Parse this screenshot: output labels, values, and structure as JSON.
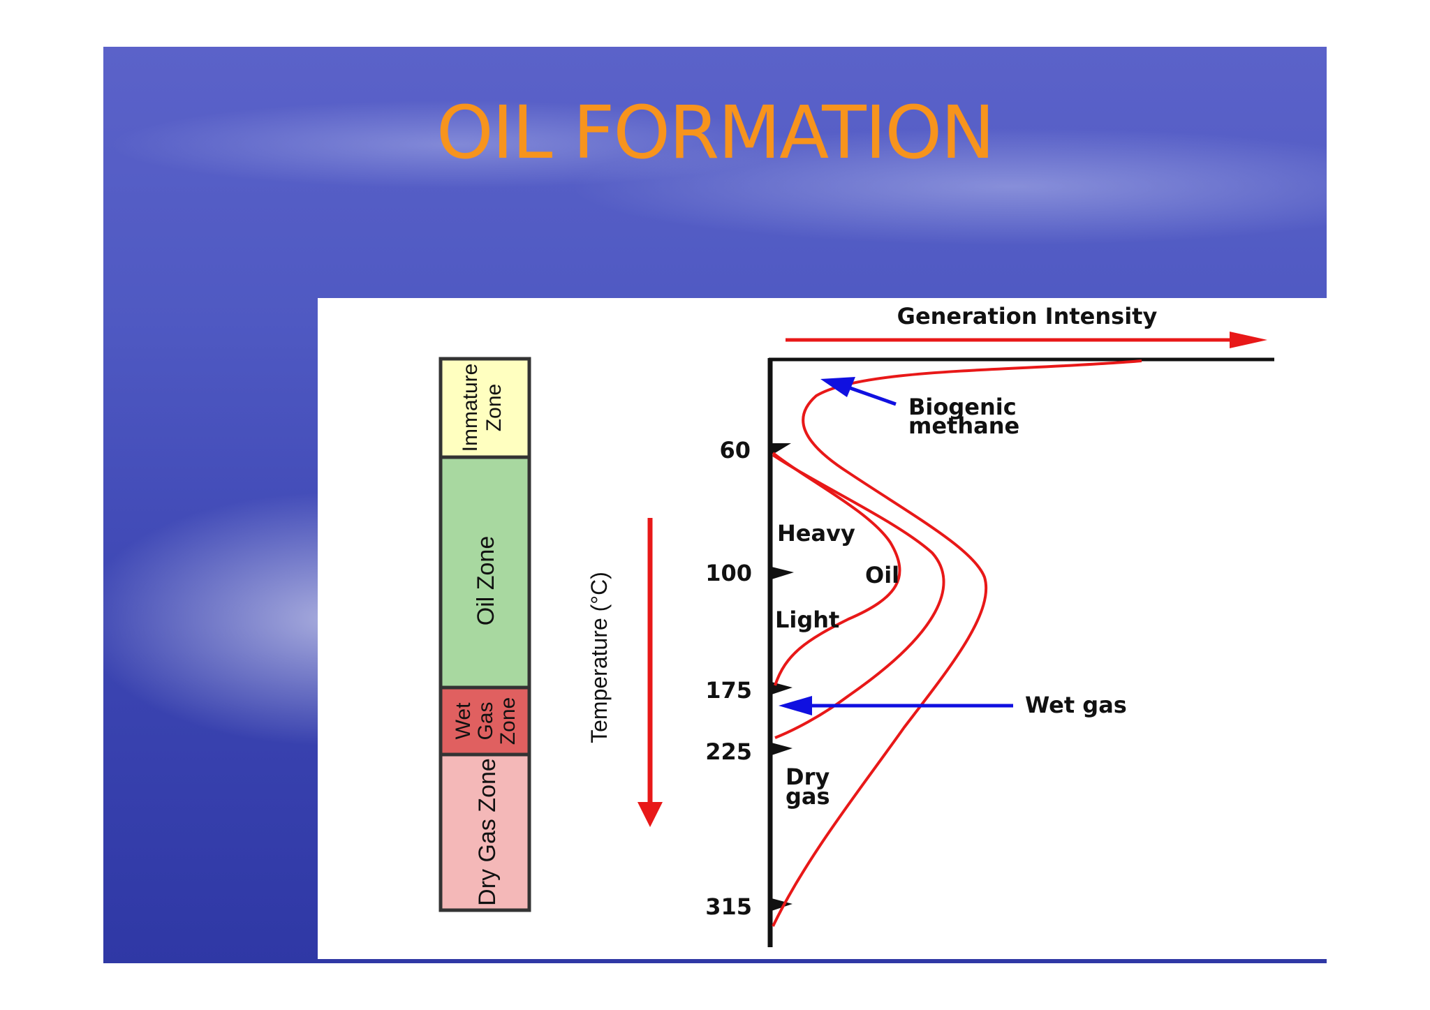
{
  "title": "OIL FORMATION",
  "diagram": {
    "generation_axis_label": "Generation Intensity",
    "temperature_axis_label": "Temperature (°C)",
    "temperature_ticks": [
      "60",
      "100",
      "175",
      "225",
      "315"
    ],
    "zones": [
      {
        "label": "Immature Zone",
        "color": "#ffffc0"
      },
      {
        "label": "Oil Zone",
        "color": "#a8d8a0"
      },
      {
        "label": "Wet Gas Zone",
        "color": "#e06060"
      },
      {
        "label": "Dry Gas Zone",
        "color": "#f4b8b8"
      }
    ],
    "curve_labels": {
      "heavy": "Heavy",
      "oil": "Oil",
      "light": "Light",
      "dry_gas_line1": "Dry",
      "dry_gas_line2": "gas",
      "biogenic_line1": "Biogenic",
      "biogenic_line2": "methane",
      "wet_gas": "Wet gas"
    },
    "colors": {
      "curve": "#e81818",
      "arrow_red": "#e81818",
      "arrow_blue": "#1010e0",
      "axis": "#111111"
    }
  }
}
